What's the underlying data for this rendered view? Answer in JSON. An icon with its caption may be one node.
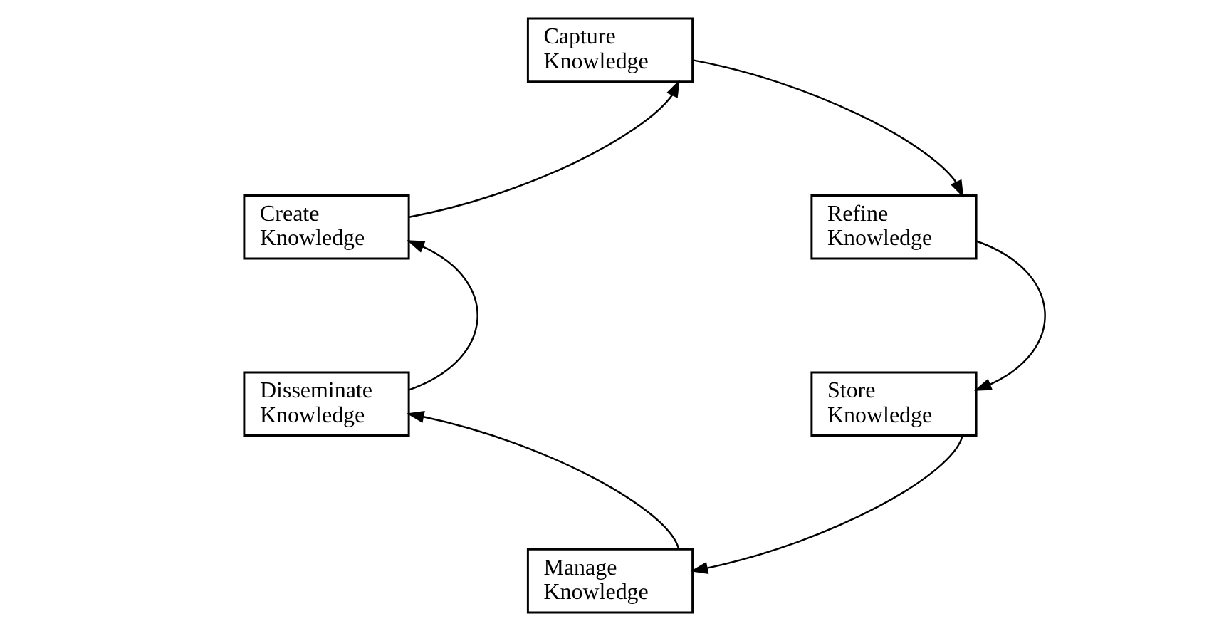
{
  "diagram": {
    "nodes": [
      {
        "text": [
          "Capture Knowledge"
        ]
      },
      {
        "text": [
          "Refine Knowledge"
        ]
      },
      {
        "text": [
          "Store Knowledge"
        ]
      },
      {
        "text": [
          "Manage Knowledge"
        ]
      },
      {
        "text": [
          "Disseminate Knowledge"
        ]
      },
      {
        "text": [
          "Create Knowledge"
        ]
      }
    ],
    "edges": [
      {
        "from": 5,
        "to": 0,
        "arrow": "to"
      },
      {
        "from": 0,
        "to": 1,
        "arrow": "to"
      },
      {
        "from": 1,
        "to": 2,
        "arrow": "to"
      },
      {
        "from": 2,
        "to": 3,
        "arrow": "to"
      },
      {
        "from": 3,
        "to": 4,
        "arrow": "to"
      },
      {
        "from": 4,
        "to": 5,
        "arrow": "to"
      }
    ]
  }
}
